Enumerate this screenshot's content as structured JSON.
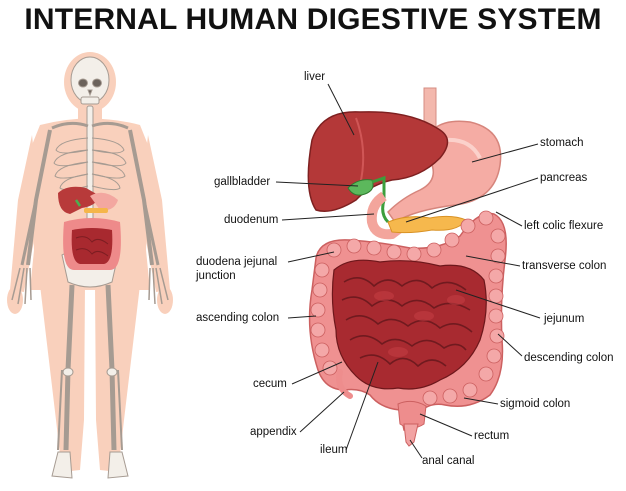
{
  "title": "INTERNAL HUMAN DIGESTIVE SYSTEM",
  "colors": {
    "body_glow": "#f8c7ad",
    "skeleton": "#f4f1ec",
    "skeleton_outline": "#9a8f86",
    "liver": "#b83a3a",
    "gallbladder": "#4caf50",
    "stomach": "#f3a7a0",
    "pancreas": "#f5b64a",
    "colon": "#ee8a8a",
    "small_intestine": "#a8292f"
  },
  "labels": {
    "liver": "liver",
    "gallbladder": "gallbladder",
    "duodenum": "duodenum",
    "duodena_jejunal_junction_1": "duodena jejunal",
    "duodena_jejunal_junction_2": "junction",
    "ascending_colon": "ascending colon",
    "cecum": "cecum",
    "appendix": "appendix",
    "ileum": "ileum",
    "anal_canal": "anal canal",
    "rectum": "rectum",
    "sigmoid_colon": "sigmoid colon",
    "descending_colon": "descending colon",
    "jejunum": "jejunum",
    "transverse_colon": "transverse colon",
    "left_colic_flexure": "left colic flexure",
    "pancreas": "pancreas",
    "stomach": "stomach"
  }
}
